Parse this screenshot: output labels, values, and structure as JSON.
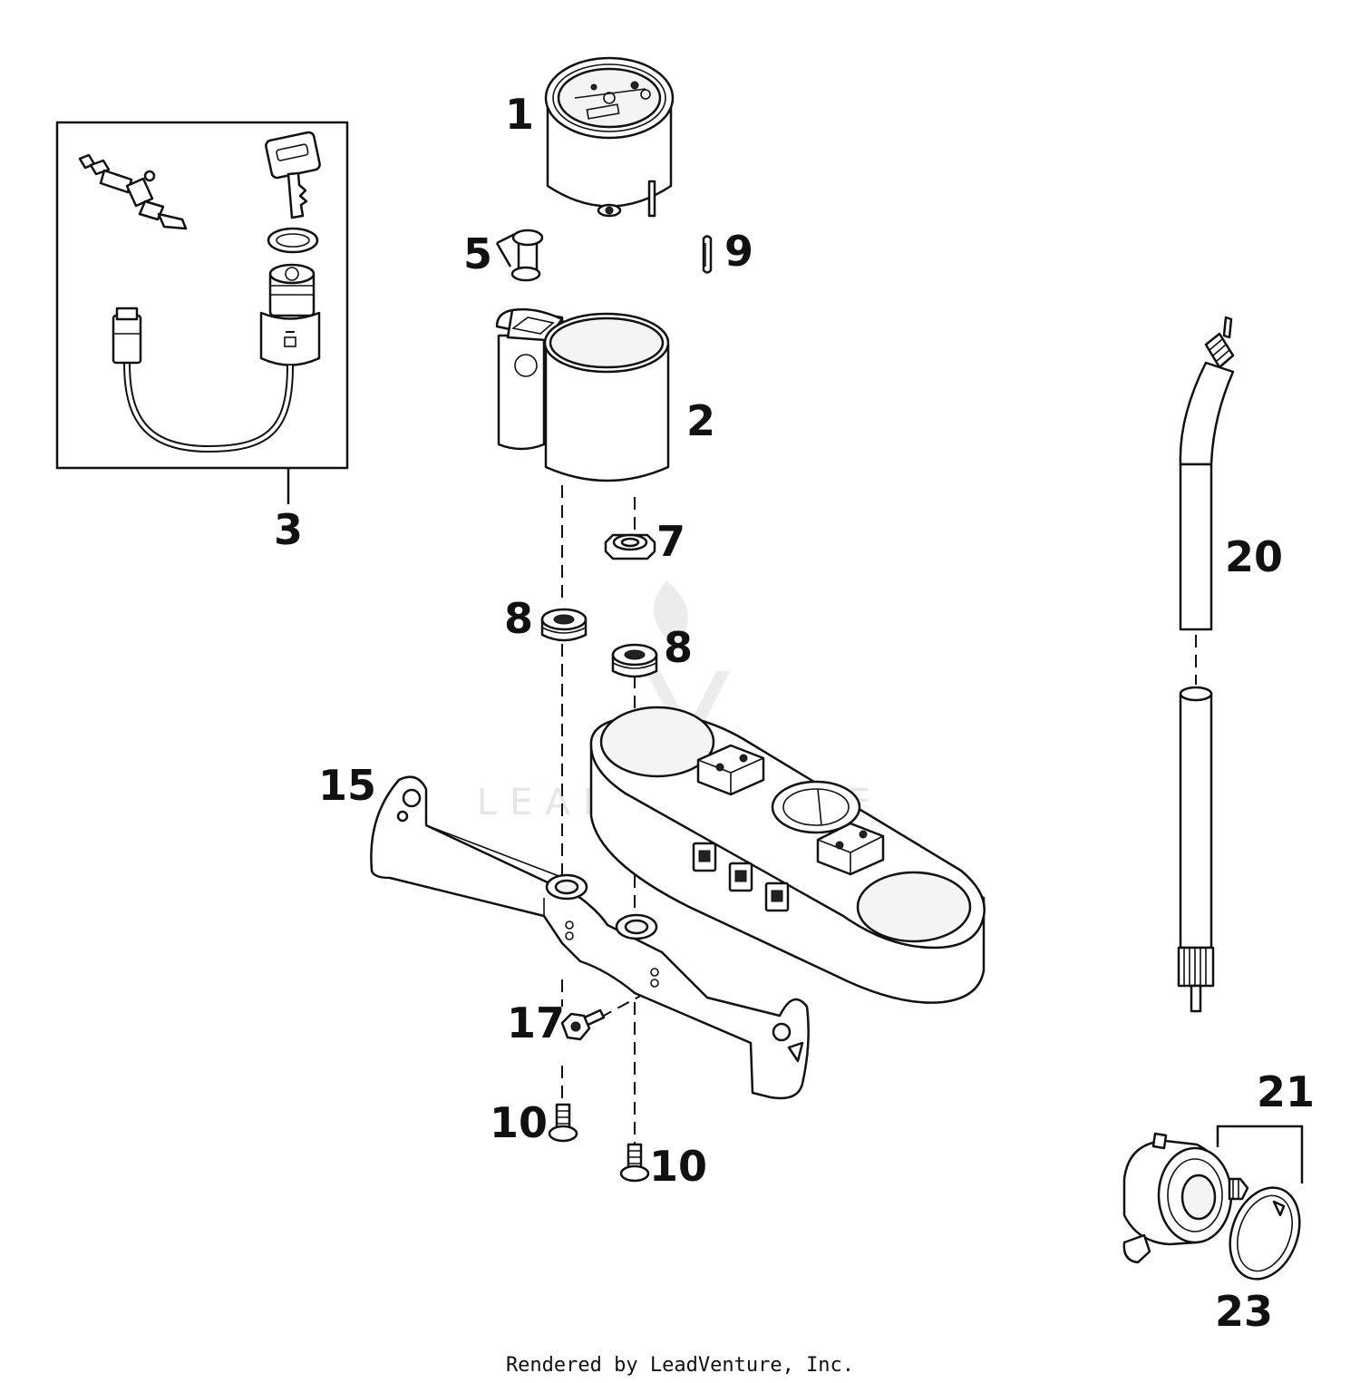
{
  "callouts": [
    {
      "id": "1",
      "text": "1"
    },
    {
      "id": "2",
      "text": "2"
    },
    {
      "id": "3",
      "text": "3"
    },
    {
      "id": "5",
      "text": "5"
    },
    {
      "id": "7",
      "text": "7"
    },
    {
      "id": "8a",
      "text": "8"
    },
    {
      "id": "8b",
      "text": "8"
    },
    {
      "id": "9",
      "text": "9"
    },
    {
      "id": "10a",
      "text": "10"
    },
    {
      "id": "10b",
      "text": "10"
    },
    {
      "id": "15",
      "text": "15"
    },
    {
      "id": "17",
      "text": "17"
    },
    {
      "id": "20",
      "text": "20"
    },
    {
      "id": "21",
      "text": "21"
    },
    {
      "id": "23",
      "text": "23"
    }
  ],
  "watermark": "LEADVENTURE",
  "footer": "Rendered by LeadVenture, Inc."
}
